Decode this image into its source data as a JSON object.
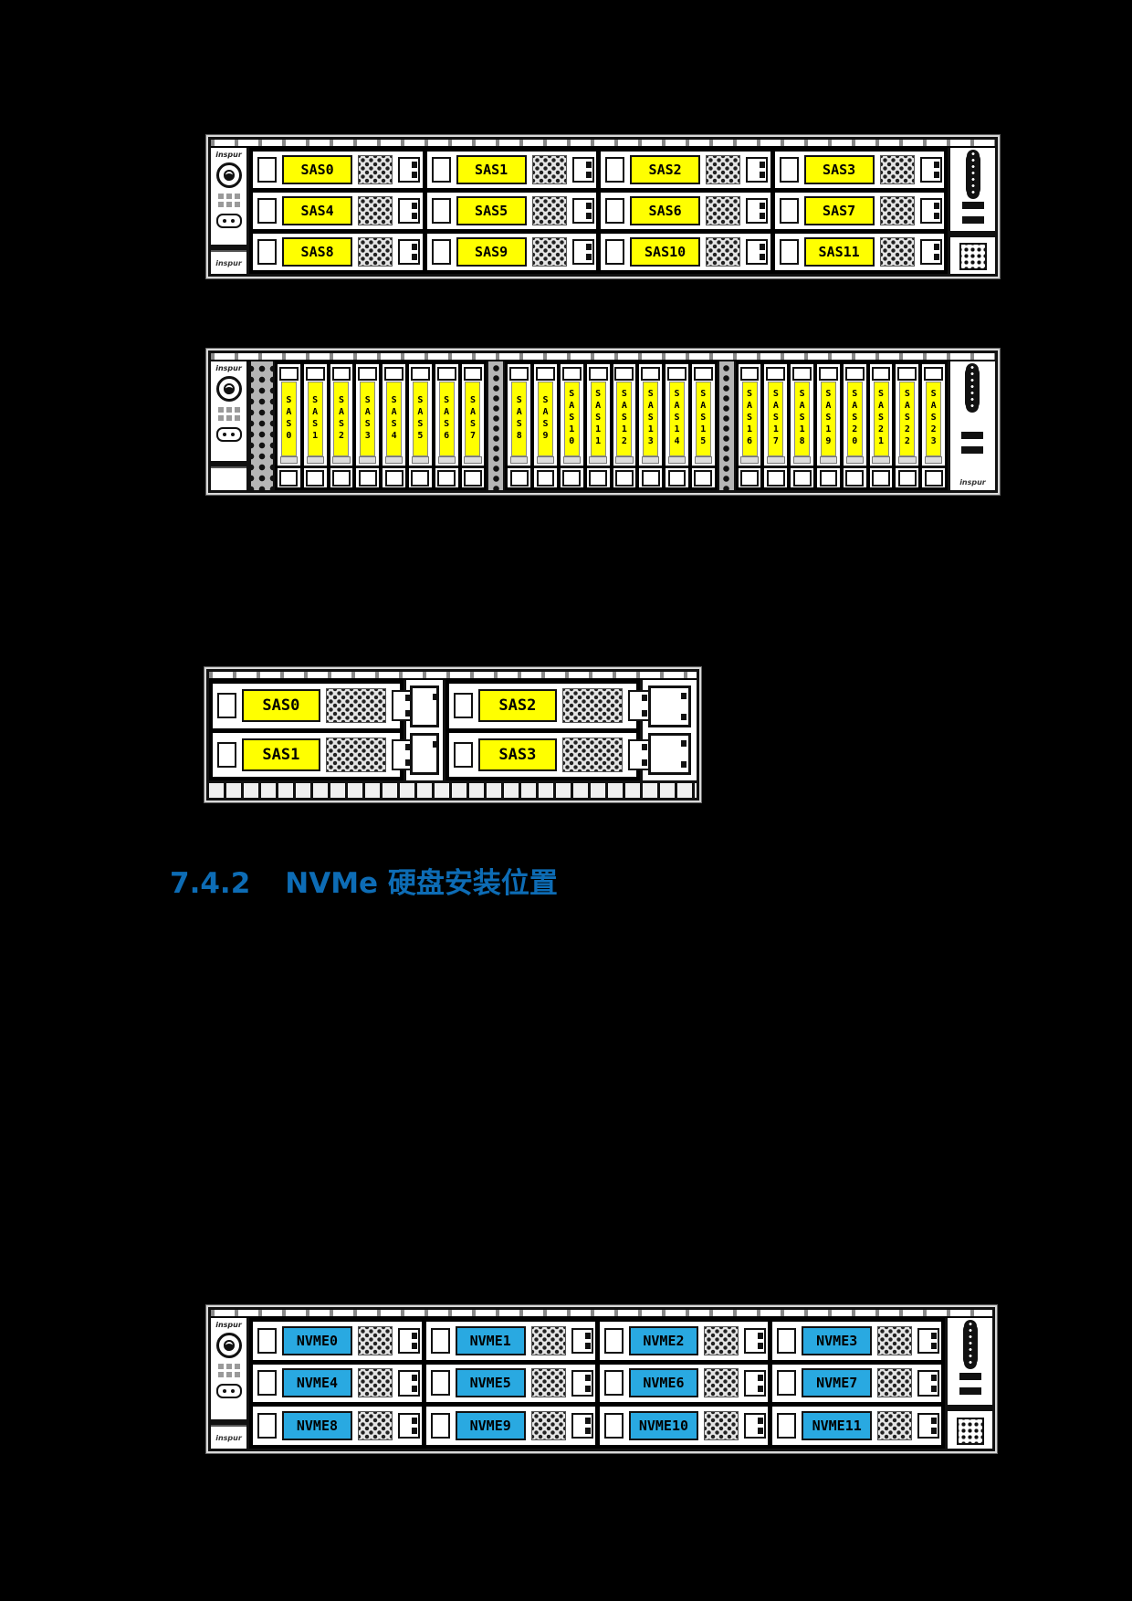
{
  "page": {
    "background_color": "#000000"
  },
  "heading": {
    "number": "7.4.2",
    "title": "NVMe 硬盘安装位置",
    "color": "#0d6cb5"
  },
  "branding": {
    "logo": "inspur",
    "series_label": "inspur"
  },
  "colors": {
    "sas_label_bg": "#ffff00",
    "nvme_label_bg": "#29a9e1",
    "label_text": "#000000"
  },
  "figures": {
    "sas12_front": {
      "bays": [
        "SAS0",
        "SAS1",
        "SAS2",
        "SAS3",
        "SAS4",
        "SAS5",
        "SAS6",
        "SAS7",
        "SAS8",
        "SAS9",
        "SAS10",
        "SAS11"
      ]
    },
    "sas24_front": {
      "groups": [
        [
          "SAS0",
          "SAS1",
          "SAS2",
          "SAS3",
          "SAS4",
          "SAS5",
          "SAS6",
          "SAS7"
        ],
        [
          "SAS8",
          "SAS9",
          "SAS10",
          "SAS11",
          "SAS12",
          "SAS13",
          "SAS14",
          "SAS15"
        ],
        [
          "SAS16",
          "SAS17",
          "SAS18",
          "SAS19",
          "SAS20",
          "SAS21",
          "SAS22",
          "SAS23"
        ]
      ]
    },
    "sas4_rear": {
      "left_bays": [
        "SAS0",
        "SAS1"
      ],
      "right_bays": [
        "SAS2",
        "SAS3"
      ]
    },
    "nvme12_front": {
      "bays": [
        "NVME0",
        "NVME1",
        "NVME2",
        "NVME3",
        "NVME4",
        "NVME5",
        "NVME6",
        "NVME7",
        "NVME8",
        "NVME9",
        "NVME10",
        "NVME11"
      ]
    }
  }
}
